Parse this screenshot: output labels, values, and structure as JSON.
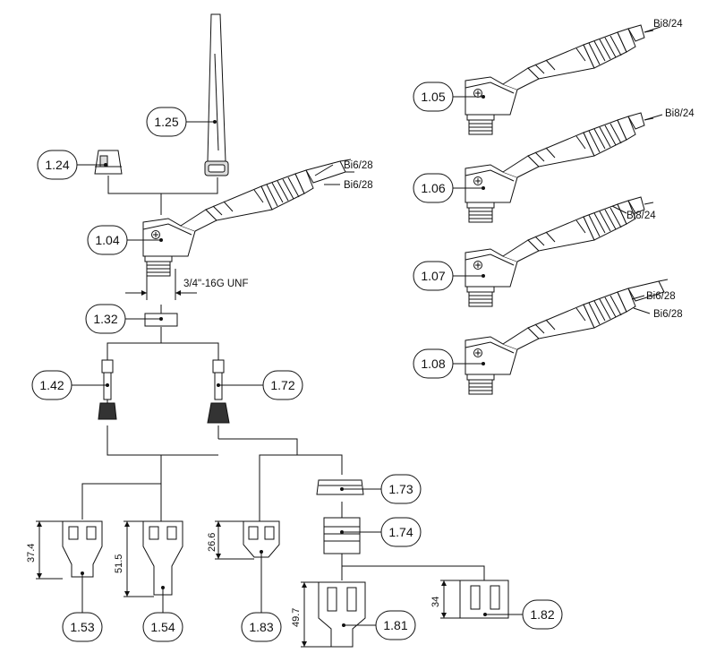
{
  "callouts": {
    "p125": "1.25",
    "p124": "1.24",
    "p104": "1.04",
    "p132": "1.32",
    "p142": "1.42",
    "p172": "1.72",
    "p153": "1.53",
    "p154": "1.54",
    "p183": "1.83",
    "p173": "1.73",
    "p174": "1.74",
    "p181": "1.81",
    "p182": "1.82",
    "p105": "1.05",
    "p106": "1.06",
    "p107": "1.07",
    "p108": "1.08"
  },
  "thread_spec": "3/4\"-16G UNF",
  "cable_labels": {
    "t104_a": "Bi6/28",
    "t104_b": "Bi6/28",
    "t105": "Bi8/24",
    "t106": "Bi8/24",
    "t107": "Bi8/24",
    "t108_a": "Bi6/28",
    "t108_b": "Bi6/28"
  },
  "dimensions": {
    "d153": "37.4",
    "d154": "51.5",
    "d183": "26.6",
    "d181": "49.7",
    "d182": "34"
  }
}
